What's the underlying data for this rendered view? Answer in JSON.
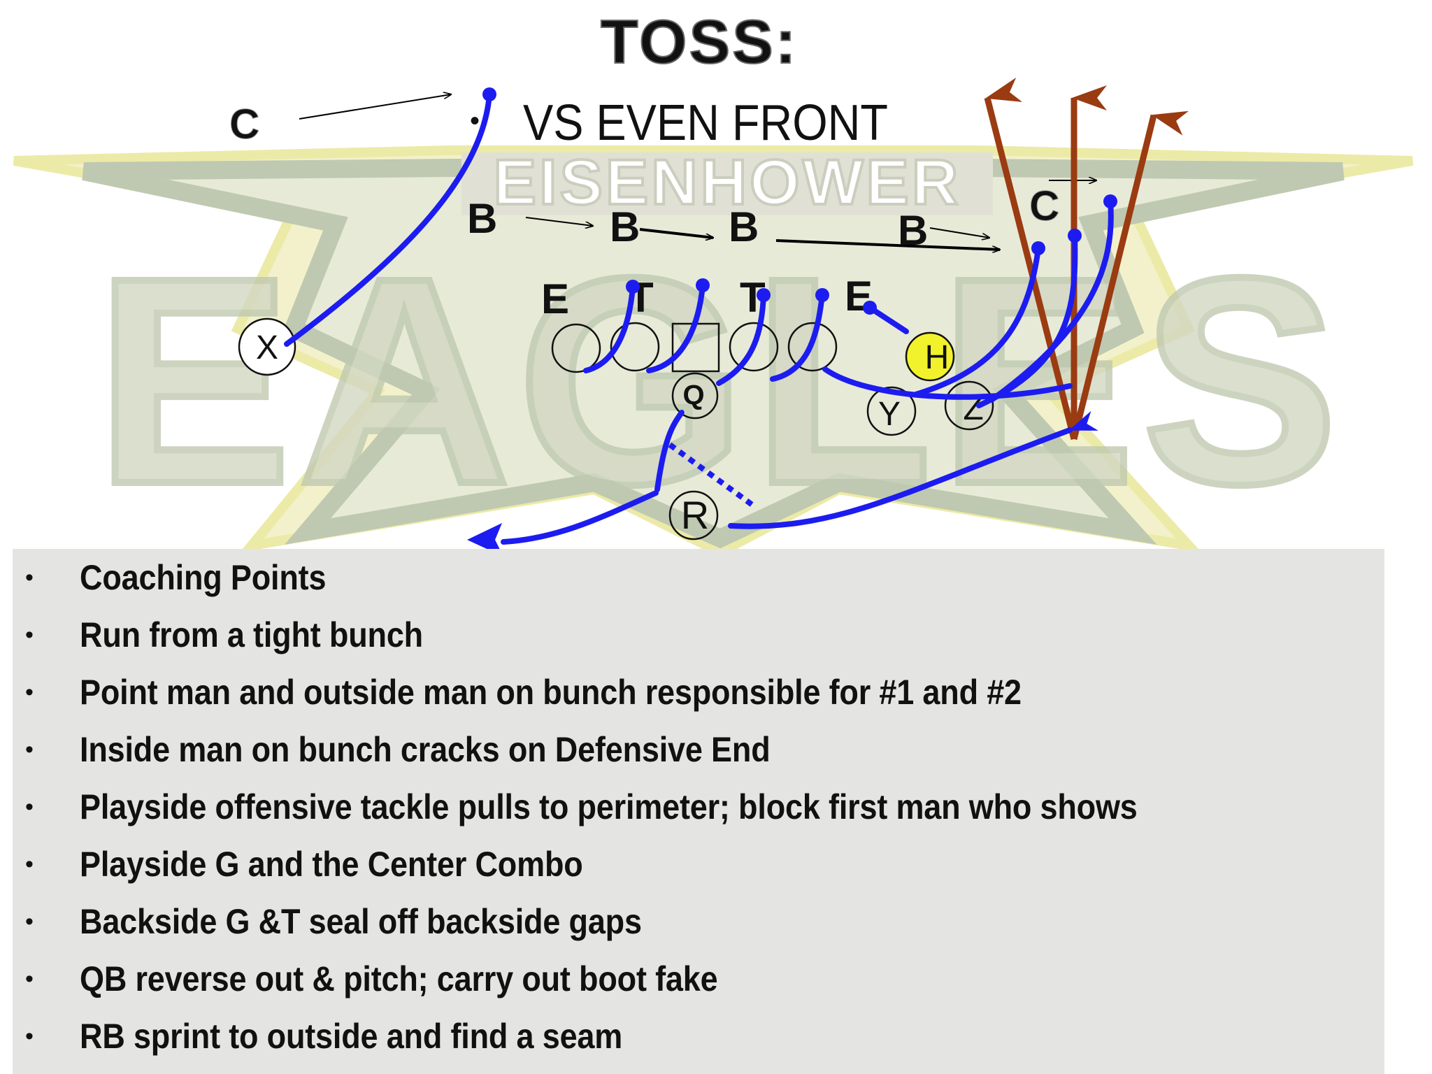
{
  "title": "TOSS:",
  "subtitle": "VS EVEN FRONT",
  "watermark": {
    "top_text": "EISENHOWER",
    "main_text": "EAGLES",
    "colors": {
      "yellow": "#ece9a3",
      "green": "#bcc7ad",
      "olive": "#c7cbb6"
    }
  },
  "colors": {
    "route": "#1c1cf0",
    "arrow": "#9a3b12",
    "highlight": "#f2f22c",
    "notes_bg": "#e4e4e2"
  },
  "defense": {
    "corner_left": "C",
    "corner_right": "C",
    "linebackers": [
      "B",
      "B",
      "B",
      "B"
    ],
    "line": [
      "E",
      "T",
      "T",
      "E"
    ]
  },
  "offense": {
    "receiver_x": "X",
    "quarterback": "Q",
    "running_back": "R",
    "h_back": "H",
    "tight_end": "Y",
    "receiver_z": "Z"
  },
  "slide_bullet": "•",
  "notes": {
    "bullet": "•",
    "items": [
      "Coaching Points",
      "Run from a tight bunch",
      "Point man and outside man on bunch responsible for #1 and #2",
      "Inside man on bunch cracks on Defensive End",
      "Playside offensive tackle pulls to perimeter; block first man who shows",
      "Playside G and the Center Combo",
      "Backside  G &T seal off backside gaps",
      "QB reverse out & pitch; carry out boot fake",
      "RB  sprint to outside and find a seam"
    ]
  }
}
